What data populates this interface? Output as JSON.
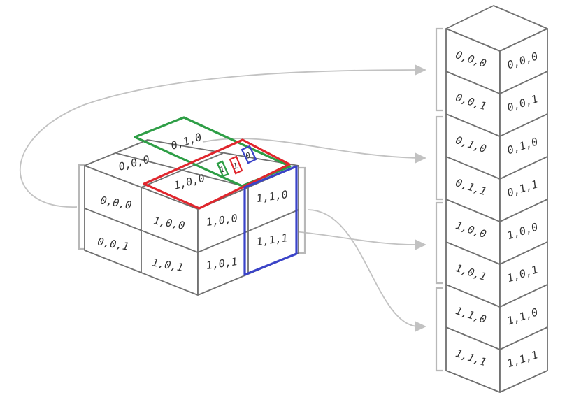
{
  "colors": {
    "green": "#2e9e46",
    "red": "#e0262d",
    "blue": "#3a43c8",
    "line": "#707070",
    "connector": "#c2c2c2"
  },
  "cube": {
    "front_cells": {
      "r0c0": "0,0,0",
      "r1c0": "0,0,1",
      "r0c1": "1,0,0",
      "r1c1": "1,0,1"
    },
    "right_cells": {
      "r0c0": "1,0,0",
      "r0c1": "1,1,0",
      "r1c0": "1,0,1",
      "r1c1": "1,1,1"
    },
    "top_cells": {
      "back_left": "0,0,0",
      "front_left": "1,0,0",
      "back_right": "0,1,0"
    },
    "highlight_labels": {
      "green": "0,1,0",
      "red": "1,0,0",
      "blue": "1,1,0",
      "blue_lower": "1,1,1"
    },
    "small_marks": [
      "1",
      "1",
      "0"
    ]
  },
  "column": {
    "rows": [
      {
        "left": "0,0,0",
        "right": "0,0,0"
      },
      {
        "left": "0,0,1",
        "right": "0,0,1"
      },
      {
        "left": "0,1,0",
        "right": "0,1,0"
      },
      {
        "left": "0,1,1",
        "right": "0,1,1"
      },
      {
        "left": "1,0,0",
        "right": "1,0,0"
      },
      {
        "left": "1,0,1",
        "right": "1,0,1"
      },
      {
        "left": "1,1,0",
        "right": "1,1,0"
      },
      {
        "left": "1,1,1",
        "right": "1,1,1"
      }
    ]
  }
}
